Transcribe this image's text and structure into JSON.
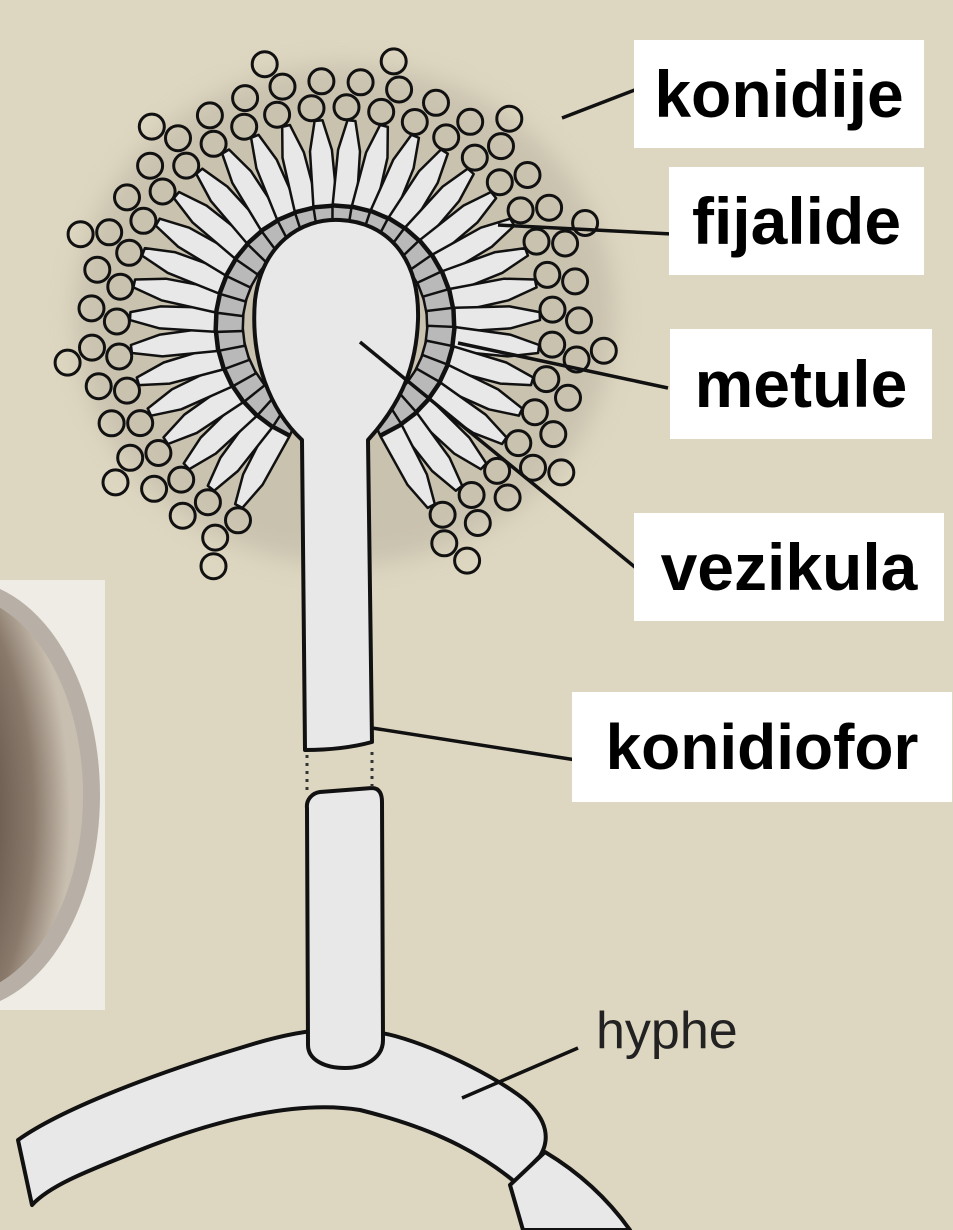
{
  "labels": {
    "konidije": "konidije",
    "fijalide": "fijalide",
    "metule": "metule",
    "vezikula": "vezikula",
    "konidiofor": "konidiofor",
    "hyphe": "hyphe"
  },
  "colors": {
    "background": "#ddd6c0",
    "structure_fill": "#e8e8e8",
    "metula_fill": "#b9b9b9",
    "outline": "#111111",
    "petri_dish_culture": "#3e3128"
  }
}
